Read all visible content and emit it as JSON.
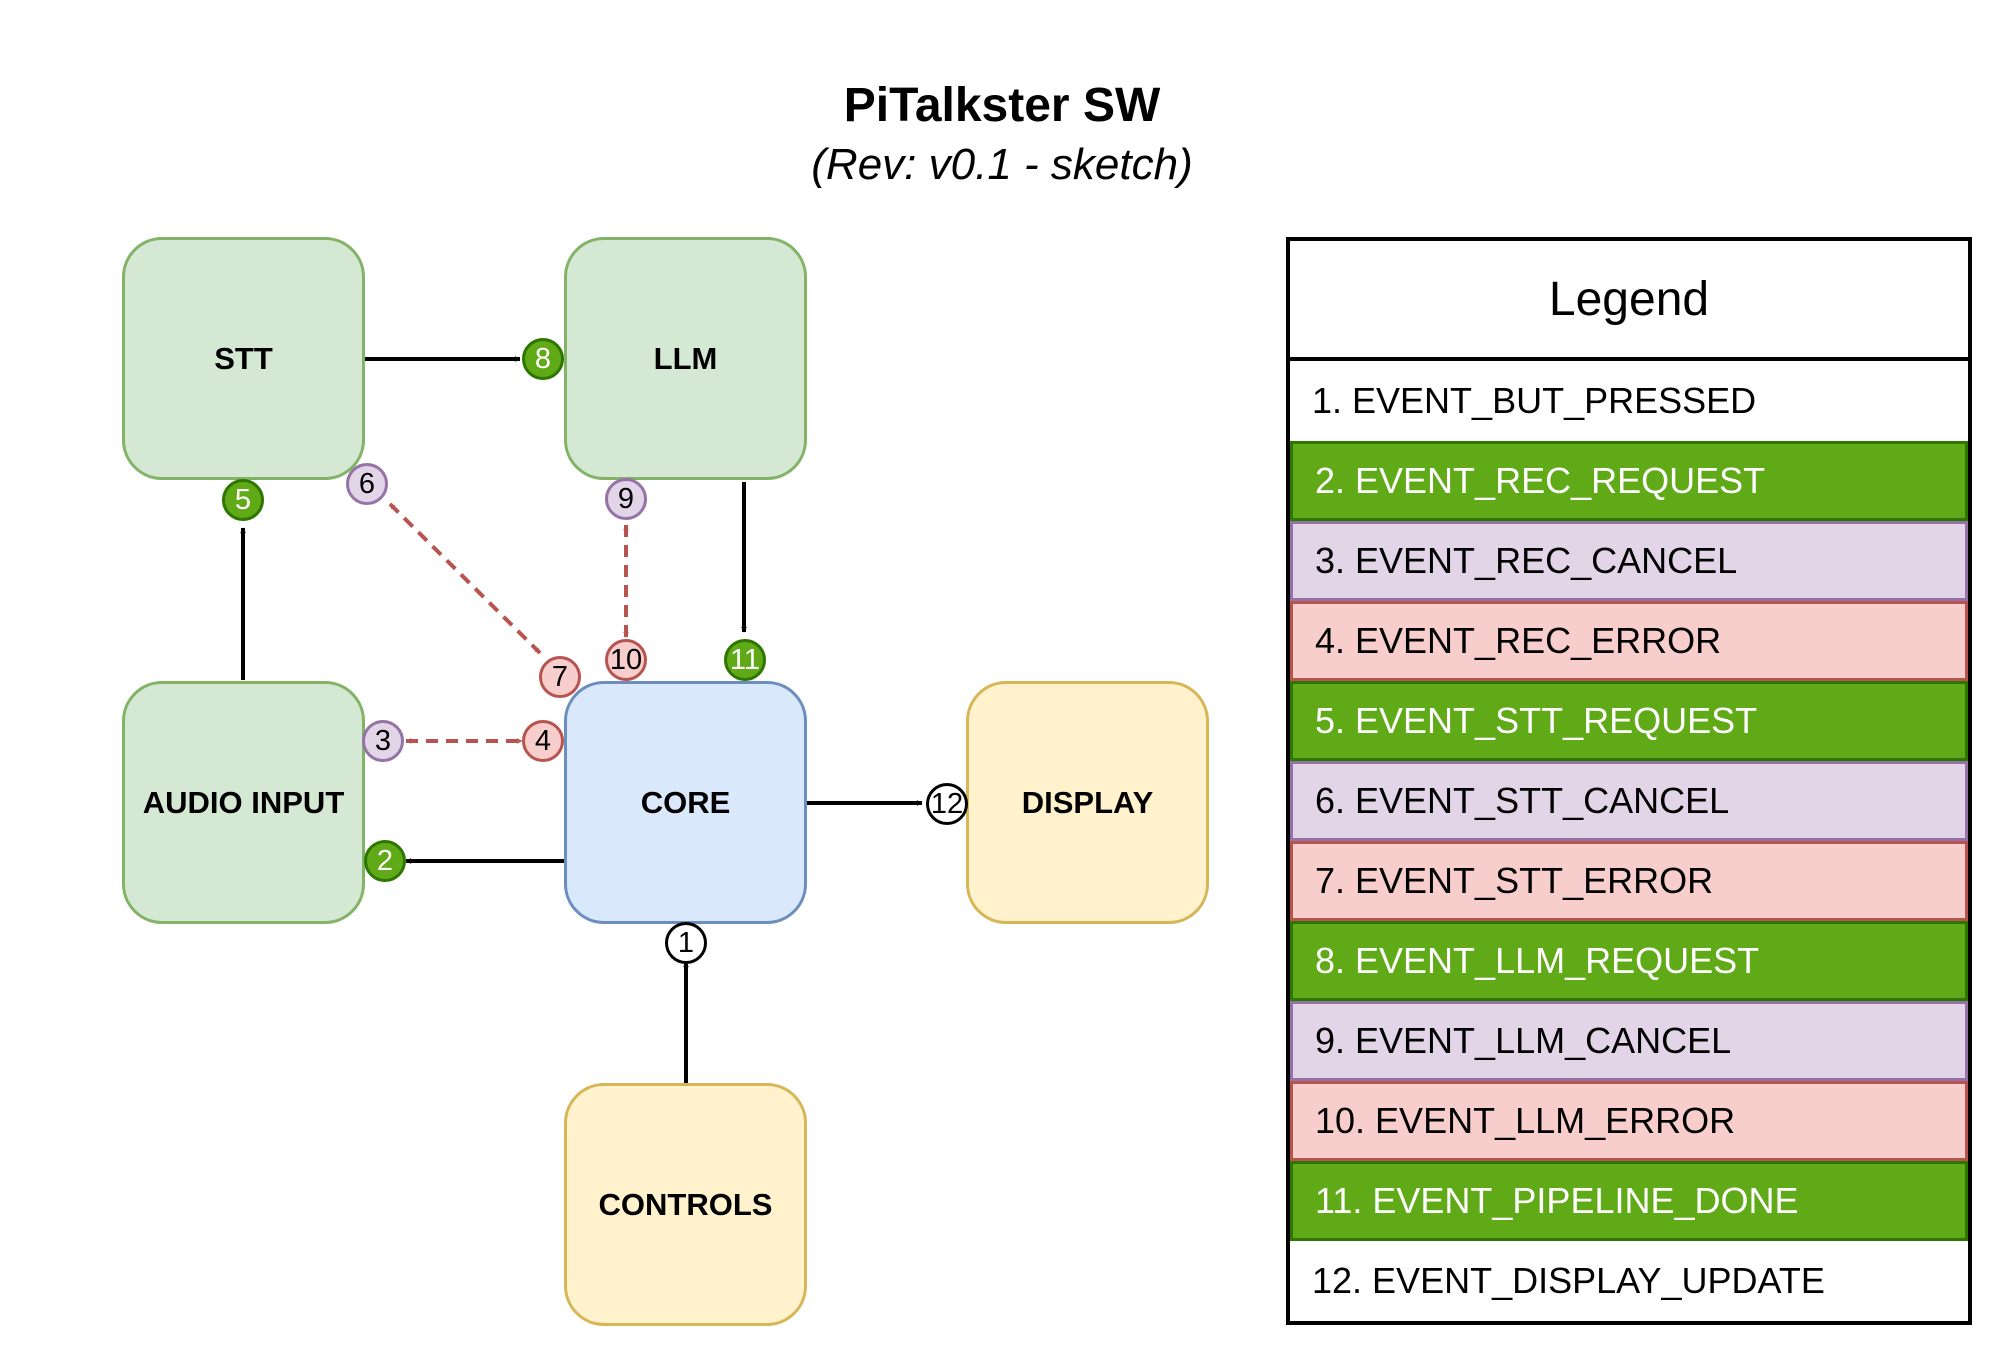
{
  "title": "PiTalkster SW",
  "subtitle": "(Rev: v0.1 - sketch)",
  "blocks": {
    "stt": "STT",
    "llm": "LLM",
    "audio_input": "AUDIO INPUT",
    "core": "CORE",
    "display": "DISPLAY",
    "controls": "CONTROLS"
  },
  "badges": {
    "b1": "1",
    "b2": "2",
    "b3": "3",
    "b4": "4",
    "b5": "5",
    "b6": "6",
    "b7": "7",
    "b8": "8",
    "b9": "9",
    "b10": "10",
    "b11": "11",
    "b12": "12"
  },
  "legend": {
    "title": "Legend",
    "items": [
      {
        "label": "1. EVENT_BUT_PRESSED",
        "style": "white"
      },
      {
        "label": "2. EVENT_REC_REQUEST",
        "style": "green"
      },
      {
        "label": "3. EVENT_REC_CANCEL",
        "style": "purple"
      },
      {
        "label": "4. EVENT_REC_ERROR",
        "style": "red"
      },
      {
        "label": "5. EVENT_STT_REQUEST",
        "style": "green"
      },
      {
        "label": "6. EVENT_STT_CANCEL",
        "style": "purple"
      },
      {
        "label": "7. EVENT_STT_ERROR",
        "style": "red"
      },
      {
        "label": "8. EVENT_LLM_REQUEST",
        "style": "green"
      },
      {
        "label": "9. EVENT_LLM_CANCEL",
        "style": "purple"
      },
      {
        "label": "10. EVENT_LLM_ERROR",
        "style": "red"
      },
      {
        "label": "11. EVENT_PIPELINE_DONE",
        "style": "green"
      },
      {
        "label": "12. EVENT_DISPLAY_UPDATE",
        "style": "white"
      }
    ]
  },
  "colors": {
    "green_block": "#d5e8d4",
    "blue_block": "#dae8fc",
    "yellow_block": "#fff2cc",
    "event_green": "#60a917",
    "event_purple": "#e1d5e7",
    "event_red": "#f8cecc",
    "dashed_arrow": "#b85450"
  }
}
